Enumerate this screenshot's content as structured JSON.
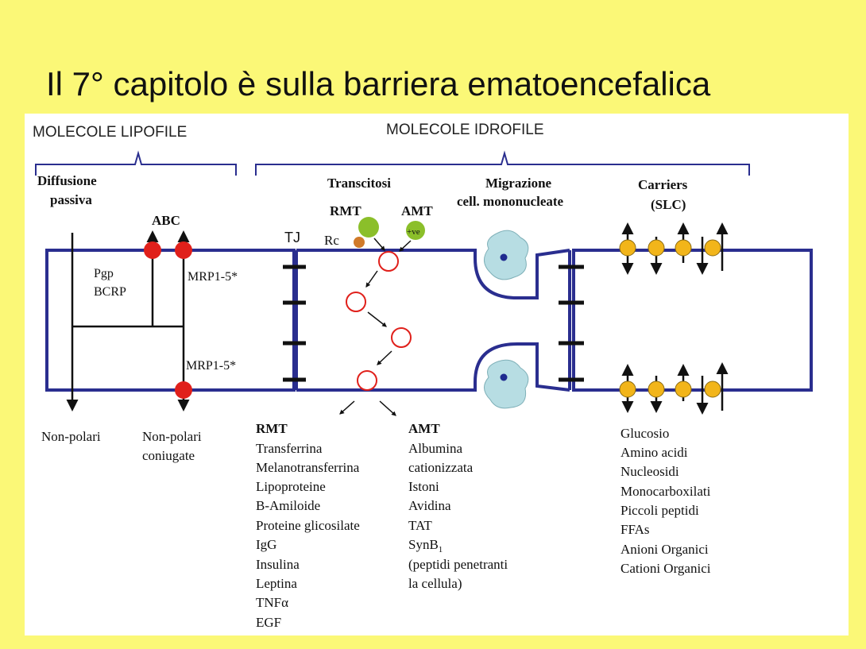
{
  "slide": {
    "title": "Il 7° capitolo è sulla barriera ematoencefalica",
    "background_color": "#fbf877"
  },
  "diagram": {
    "headers": {
      "lipophilic": "MOLECOLE LIPOFILE",
      "hydrophilic": "MOLECOLE IDROFILE"
    },
    "sections": {
      "passive_diffusion": [
        "Diffusione",
        "passiva"
      ],
      "abc": "ABC",
      "pgp": [
        "Pgp",
        "BCRP"
      ],
      "mrp_top": "MRP1-5*",
      "mrp_bottom": "MRP1-5*",
      "tj": "TJ",
      "transcytosis": "Transcitosi",
      "rmt": "RMT",
      "amt": "AMT",
      "rc": "Rc",
      "ve": "+ve",
      "migration": [
        "Migrazione",
        "cell. mononucleate"
      ],
      "carriers": [
        "Carriers",
        "(SLC)"
      ]
    },
    "outputs": {
      "non_polar": "Non-polari",
      "non_polar_conj": [
        "Non-polari",
        "coniugate"
      ]
    },
    "lists": {
      "rmt": {
        "heading": "RMT",
        "items": [
          "Transferrina",
          "Melanotransferrina",
          "Lipoproteine",
          "B-Amiloide",
          "Proteine glicosilate",
          "IgG",
          "Insulina",
          "Leptina",
          "TNFα",
          "EGF"
        ]
      },
      "amt": {
        "heading": "AMT",
        "items": [
          "Albumina",
          "cationizzata",
          "Istoni",
          "Avidina",
          "TAT",
          "SynB",
          "(peptidi penetranti",
          "la cellula)"
        ],
        "synb_subscript": "1"
      },
      "slc": {
        "items": [
          "Glucosio",
          "Amino acidi",
          "Nucleosidi",
          "Monocarboxilati",
          "Piccoli peptidi",
          "FFAs",
          "Anioni Organici",
          "Cationi Organici"
        ]
      }
    },
    "colors": {
      "membrane": "#2a2e8f",
      "abc_transporter": "#e0201b",
      "vesicle": "#e0201b",
      "receptor_green": "#8bbf2a",
      "receptor_orange": "#d07a2a",
      "carrier": "#f2b51a",
      "mononuclear_cell": "#b7dde3",
      "nucleus": "#1f2b8f"
    }
  }
}
